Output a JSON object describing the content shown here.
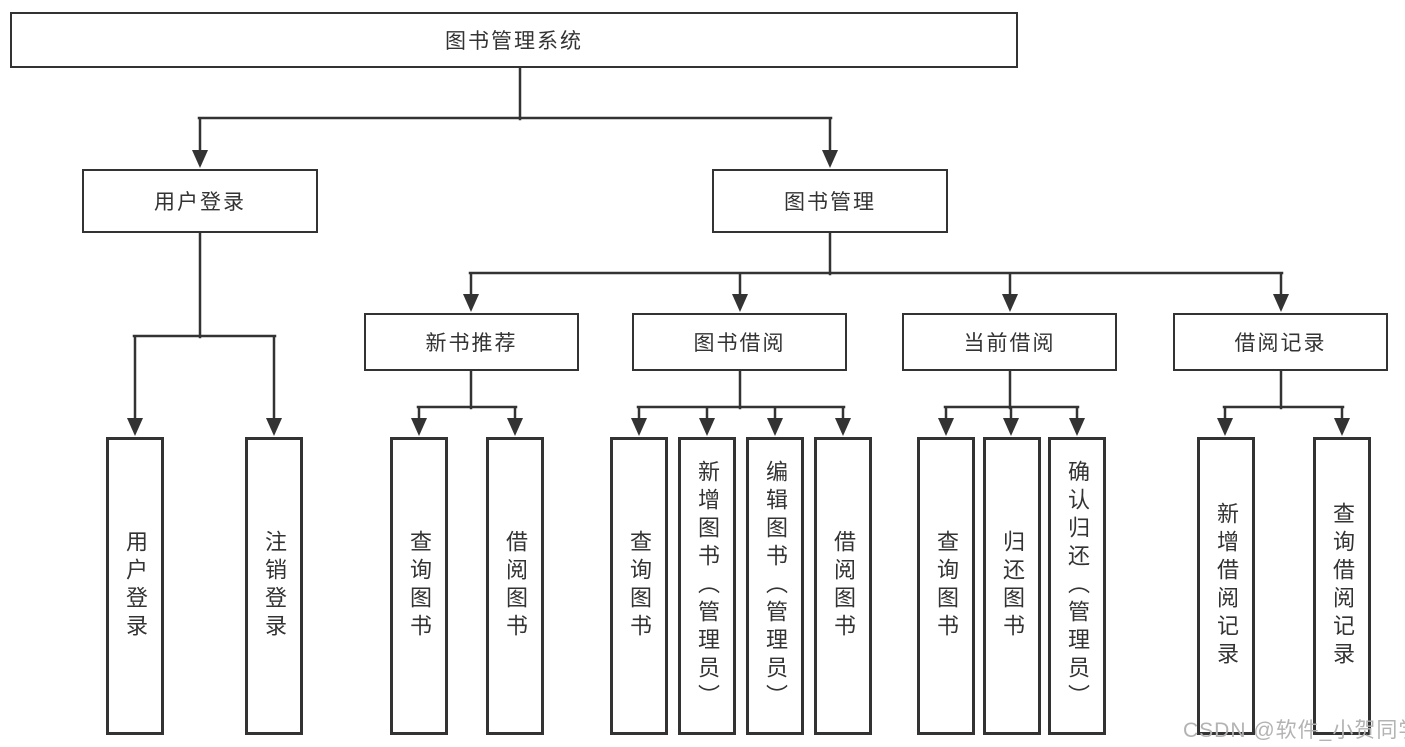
{
  "colors": {
    "line": "#333333",
    "box_border": "#333333",
    "text": "#333333",
    "background": "#ffffff",
    "watermark": "#b3b3b3"
  },
  "watermark": {
    "text": "CSDN @软件_小贺同学"
  },
  "tree": {
    "root": {
      "label": "图书管理系统",
      "children": [
        {
          "label": "用户登录",
          "children": [
            {
              "label": "用户登录"
            },
            {
              "label": "注销登录"
            }
          ]
        },
        {
          "label": "图书管理",
          "children": [
            {
              "label": "新书推荐",
              "children": [
                {
                  "label": "查询图书"
                },
                {
                  "label": "借阅图书"
                }
              ]
            },
            {
              "label": "图书借阅",
              "children": [
                {
                  "label": "查询图书"
                },
                {
                  "label": "新增图书（管理员）"
                },
                {
                  "label": "编辑图书（管理员）"
                },
                {
                  "label": "借阅图书"
                }
              ]
            },
            {
              "label": "当前借阅",
              "children": [
                {
                  "label": "查询图书"
                },
                {
                  "label": "归还图书"
                },
                {
                  "label": "确认归还（管理员）"
                }
              ]
            },
            {
              "label": "借阅记录",
              "children": [
                {
                  "label": "新增借阅记录"
                },
                {
                  "label": "查询借阅记录"
                }
              ]
            }
          ]
        }
      ]
    }
  }
}
